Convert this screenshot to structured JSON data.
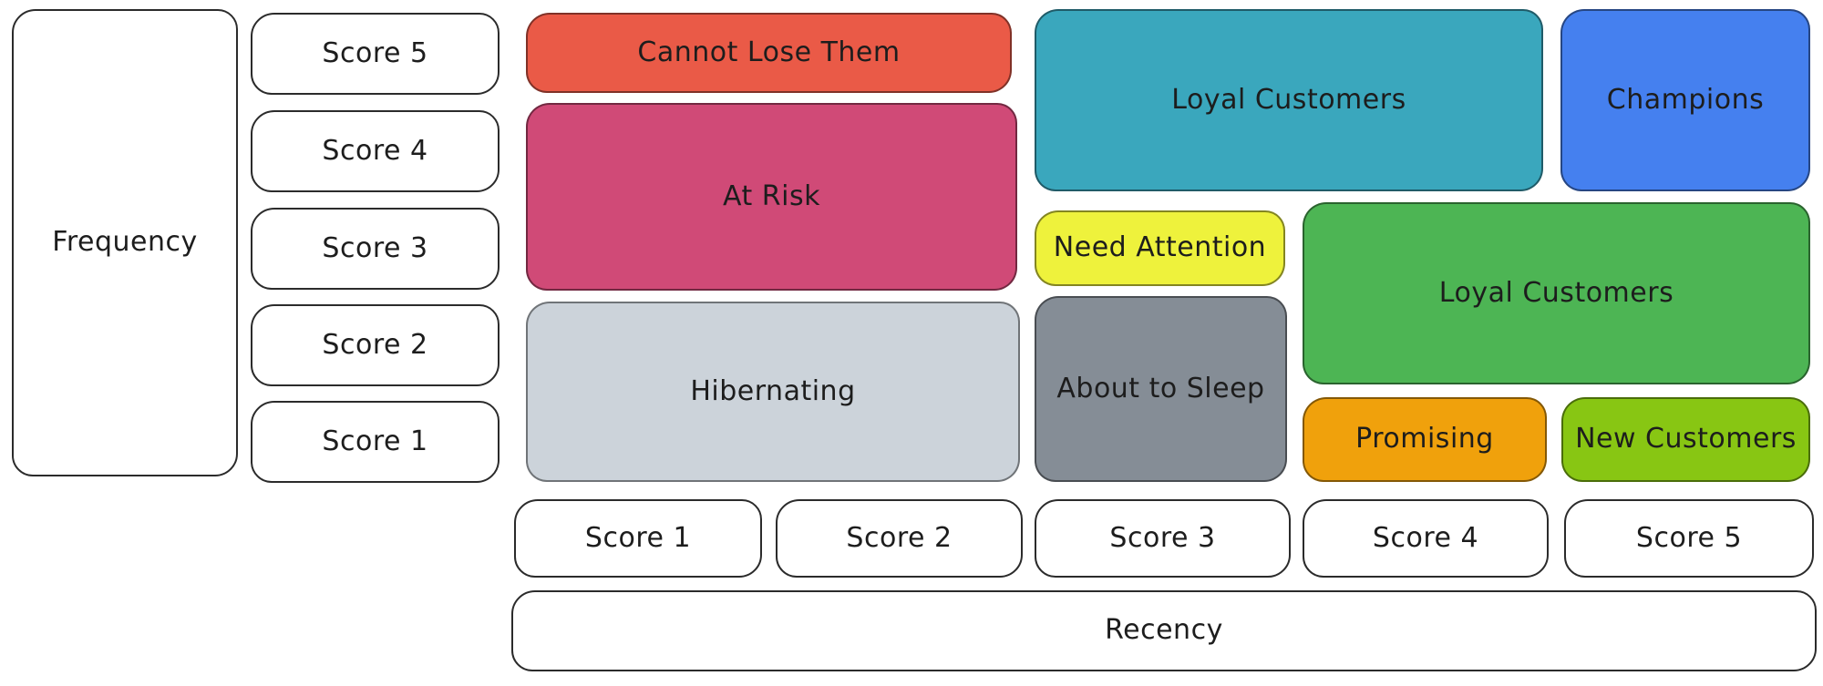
{
  "diagram": {
    "background": "#ffffff",
    "text_color": "#1d1d1d"
  },
  "frequency_axis": {
    "label": "Frequency",
    "scores": [
      "Score 5",
      "Score 4",
      "Score 3",
      "Score 2",
      "Score 1"
    ]
  },
  "recency_axis": {
    "label": "Recency",
    "scores": [
      "Score 1",
      "Score 2",
      "Score 3",
      "Score 4",
      "Score 5"
    ]
  },
  "segments": {
    "cannot_lose_them": {
      "label": "Cannot Lose Them",
      "color": "#ea5a47"
    },
    "at_risk": {
      "label": "At Risk",
      "color": "#d04a77"
    },
    "hibernating": {
      "label": "Hibernating",
      "color": "#ccd3da"
    },
    "loyal_customers_top": {
      "label": "Loyal Customers",
      "color": "#3aa7bd"
    },
    "champions": {
      "label": "Champions",
      "color": "#4580ef"
    },
    "need_attention": {
      "label": "Need Attention",
      "color": "#eef23c"
    },
    "loyal_customers_mid": {
      "label": "Loyal Customers",
      "color": "#4db554"
    },
    "about_to_sleep": {
      "label": "About to Sleep",
      "color": "#858d96"
    },
    "promising": {
      "label": "Promising",
      "color": "#f0a10c"
    },
    "new_customers": {
      "label": "New Customers",
      "color": "#88c613"
    }
  }
}
